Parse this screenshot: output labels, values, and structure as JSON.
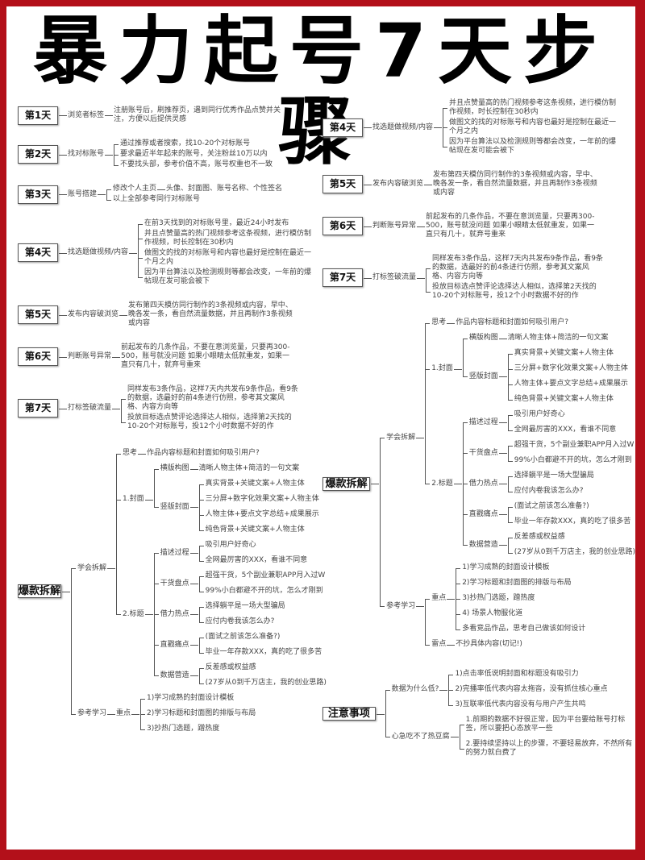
{
  "title": "暴力起号7天步骤",
  "colors": {
    "frame": "#b3101a",
    "line": "#555555",
    "text": "#444444"
  },
  "days": [
    {
      "label": "第1天",
      "children": [
        {
          "label": "浏览者标签",
          "children": [
            {
              "label": "注册账号后，刷推荐页，遇到同行优秀作品点赞并关注，方便以后提供灵感"
            }
          ]
        }
      ]
    },
    {
      "label": "第2天",
      "children": [
        {
          "label": "找对标账号",
          "children": [
            {
              "label": "通过推荐或者搜索，找10-20个对标账号"
            },
            {
              "label": "要求最近半年起来的账号，关注粉丝10万以内"
            },
            {
              "label": "不要找头部，参考价值不高，账号权重也不一致"
            }
          ]
        }
      ]
    },
    {
      "label": "第3天",
      "children": [
        {
          "label": "账号搭建",
          "children": [
            {
              "label": "修改个人主页",
              "children": [
                {
                  "label": "头像、封面图、账号名称、个性签名"
                }
              ]
            },
            {
              "label": "以上全部参考同行对标账号"
            }
          ]
        }
      ]
    },
    {
      "label": "第4天",
      "children": [
        {
          "label": "找选题做视频/内容",
          "children": [
            {
              "label": "在前3天找到的对标账号里，最近24小时发布"
            },
            {
              "label": "并且点赞量高的热门视频参考这条视频，进行模仿制作视频，时长控制在30秒内"
            },
            {
              "label": "做图文的找的对标账号和内容也最好是控制在最近一个月之内"
            },
            {
              "label": "因为平台算法以及检测规则等都会改变，一年前的爆帖现在发可能会被下"
            }
          ]
        }
      ]
    },
    {
      "label": "第5天",
      "children": [
        {
          "label": "发布内容破浏览",
          "children": [
            {
              "label": "发布第四天模仿同行制作的3条视频或内容，早中、晚各发一条，看自然流量数据，并且再制作3条视频或内容"
            }
          ]
        }
      ]
    },
    {
      "label": "第6天",
      "children": [
        {
          "label": "判断账号异常",
          "children": [
            {
              "label": "前起发布的几条作品，不要在意浏览量，只要再300-500，账号就没问题 如果小眼睛太低就重发，如果一直只有几十，就弃号重来"
            }
          ]
        }
      ]
    },
    {
      "label": "第7天",
      "children": [
        {
          "label": "打标签破流量",
          "children": [
            {
              "label": "同样发布3条作品，这样7天内共发布9条作品，看9条的数据，选最好的前4条进行仿照，参考其文案风格、内容方向等"
            },
            {
              "label": "投放目标选点赞评论选择达人相似，选择第2天找的10-20个对标账号，投12个小时数据不好的作"
            }
          ]
        }
      ]
    }
  ],
  "sections": [
    {
      "label": "爆款拆解",
      "children": [
        {
          "label": "学会拆解",
          "children": [
            {
              "label": "思考",
              "children": [
                {
                  "label": "作品内容标题和封面如何吸引用户?"
                }
              ]
            },
            {
              "label": "1.封面",
              "children": [
                {
                  "label": "横版构图",
                  "children": [
                    {
                      "label": "清晰人物主体+简洁的一句文案"
                    }
                  ]
                },
                {
                  "label": "竖版封面",
                  "children": [
                    {
                      "label": "真实背景+关键文案+人物主体"
                    },
                    {
                      "label": "三分屏+数字化效果文案+人物主体"
                    },
                    {
                      "label": "人物主体+要点文字总结+成果展示"
                    },
                    {
                      "label": "纯色背景+关键文案+人物主体"
                    }
                  ]
                }
              ]
            },
            {
              "label": "2.标题",
              "children": [
                {
                  "label": "描述过程",
                  "children": [
                    {
                      "label": "吸引用户好奇心"
                    },
                    {
                      "label": "全网最厉害的XXX，看谁不同意"
                    }
                  ]
                },
                {
                  "label": "干货盘点",
                  "children": [
                    {
                      "label": "超强干货，5个副业兼职APP月入过W"
                    },
                    {
                      "label": "99%小白都避不开的坑，怎么才刚到"
                    }
                  ]
                },
                {
                  "label": "借力热点",
                  "children": [
                    {
                      "label": "选择躺平是一场大型骗局"
                    },
                    {
                      "label": "应付内卷我该怎么办?"
                    }
                  ]
                },
                {
                  "label": "直戳痛点",
                  "children": [
                    {
                      "label": "(面试之前该怎么准备?)"
                    },
                    {
                      "label": "毕业一年存款XXX，真的吃了很多苦"
                    }
                  ]
                },
                {
                  "label": "数据营造",
                  "children": [
                    {
                      "label": "反差感或权益感"
                    },
                    {
                      "label": "(27岁从0到千万店主，我的创业思路)"
                    }
                  ]
                }
              ]
            }
          ]
        },
        {
          "label": "参考学习",
          "children": [
            {
              "label": "重点",
              "children": [
                {
                  "label": "1)学习成熟的封面设计模板"
                },
                {
                  "label": "2)学习标题和封面图的排版与布局"
                },
                {
                  "label": "3)抄热门选题，蹭热度"
                },
                {
                  "label": "4) 场景人物服化道"
                },
                {
                  "label": "多看竞品作品，思考自己做该如何设计"
                }
              ]
            },
            {
              "label": "雷点",
              "children": [
                {
                  "label": "不抄具体内容(切记!)"
                }
              ]
            }
          ]
        }
      ]
    },
    {
      "label": "注意事项",
      "children": [
        {
          "label": "数据为什么低?",
          "children": [
            {
              "label": "1)点击率低说明封面和标题没有吸引力"
            },
            {
              "label": "2)完播率低代表内容太拖沓，没有抓住核心重点"
            },
            {
              "label": "3)互联率低代表内容没有与用户产生共鸣"
            }
          ]
        },
        {
          "label": "心急吃不了热豆腐",
          "children": [
            {
              "label": "1.前期的数据不好很正常，因为平台要给账号打标签，所以要把心态放平一些"
            },
            {
              "label": "2.要持续坚持以上的步骤，不要轻易放弃，不然所有的努力就白费了"
            }
          ]
        }
      ]
    }
  ]
}
